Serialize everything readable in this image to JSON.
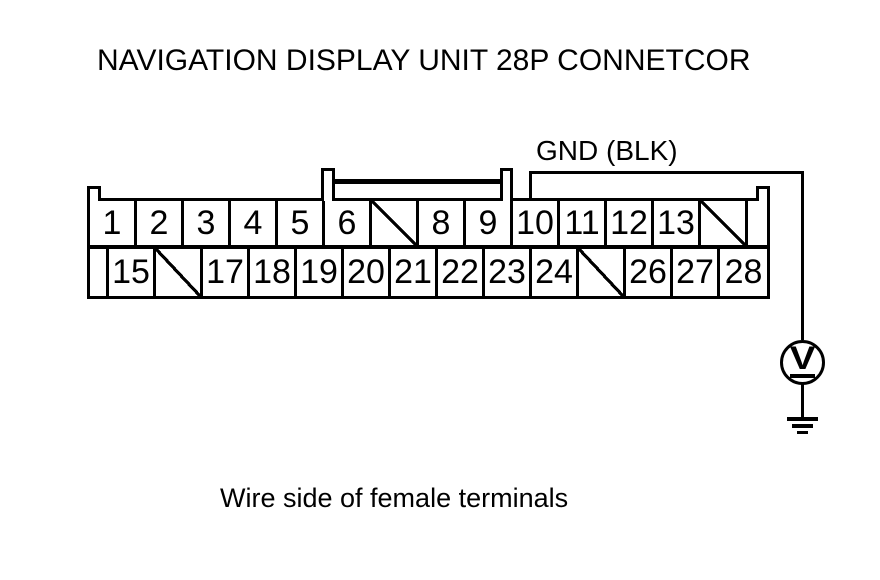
{
  "title": "NAVIGATION DISPLAY UNIT 28P CONNETCOR",
  "gnd_label": "GND (BLK)",
  "caption": "Wire side of female terminals",
  "meter": {
    "symbol": "V"
  },
  "connector": {
    "pin_count_label": "28P",
    "unused_marker": "/",
    "rows": [
      {
        "cells": [
          "1",
          "2",
          "3",
          "4",
          "5",
          "6",
          "/",
          "8",
          "9",
          "10",
          "11",
          "12",
          "13",
          "/",
          ""
        ]
      },
      {
        "cells": [
          "",
          "15",
          "/",
          "17",
          "18",
          "19",
          "20",
          "21",
          "22",
          "23",
          "24",
          "/",
          "26",
          "27",
          "28"
        ]
      }
    ]
  },
  "colors": {
    "ink": "#000000",
    "paper": "#ffffff"
  }
}
